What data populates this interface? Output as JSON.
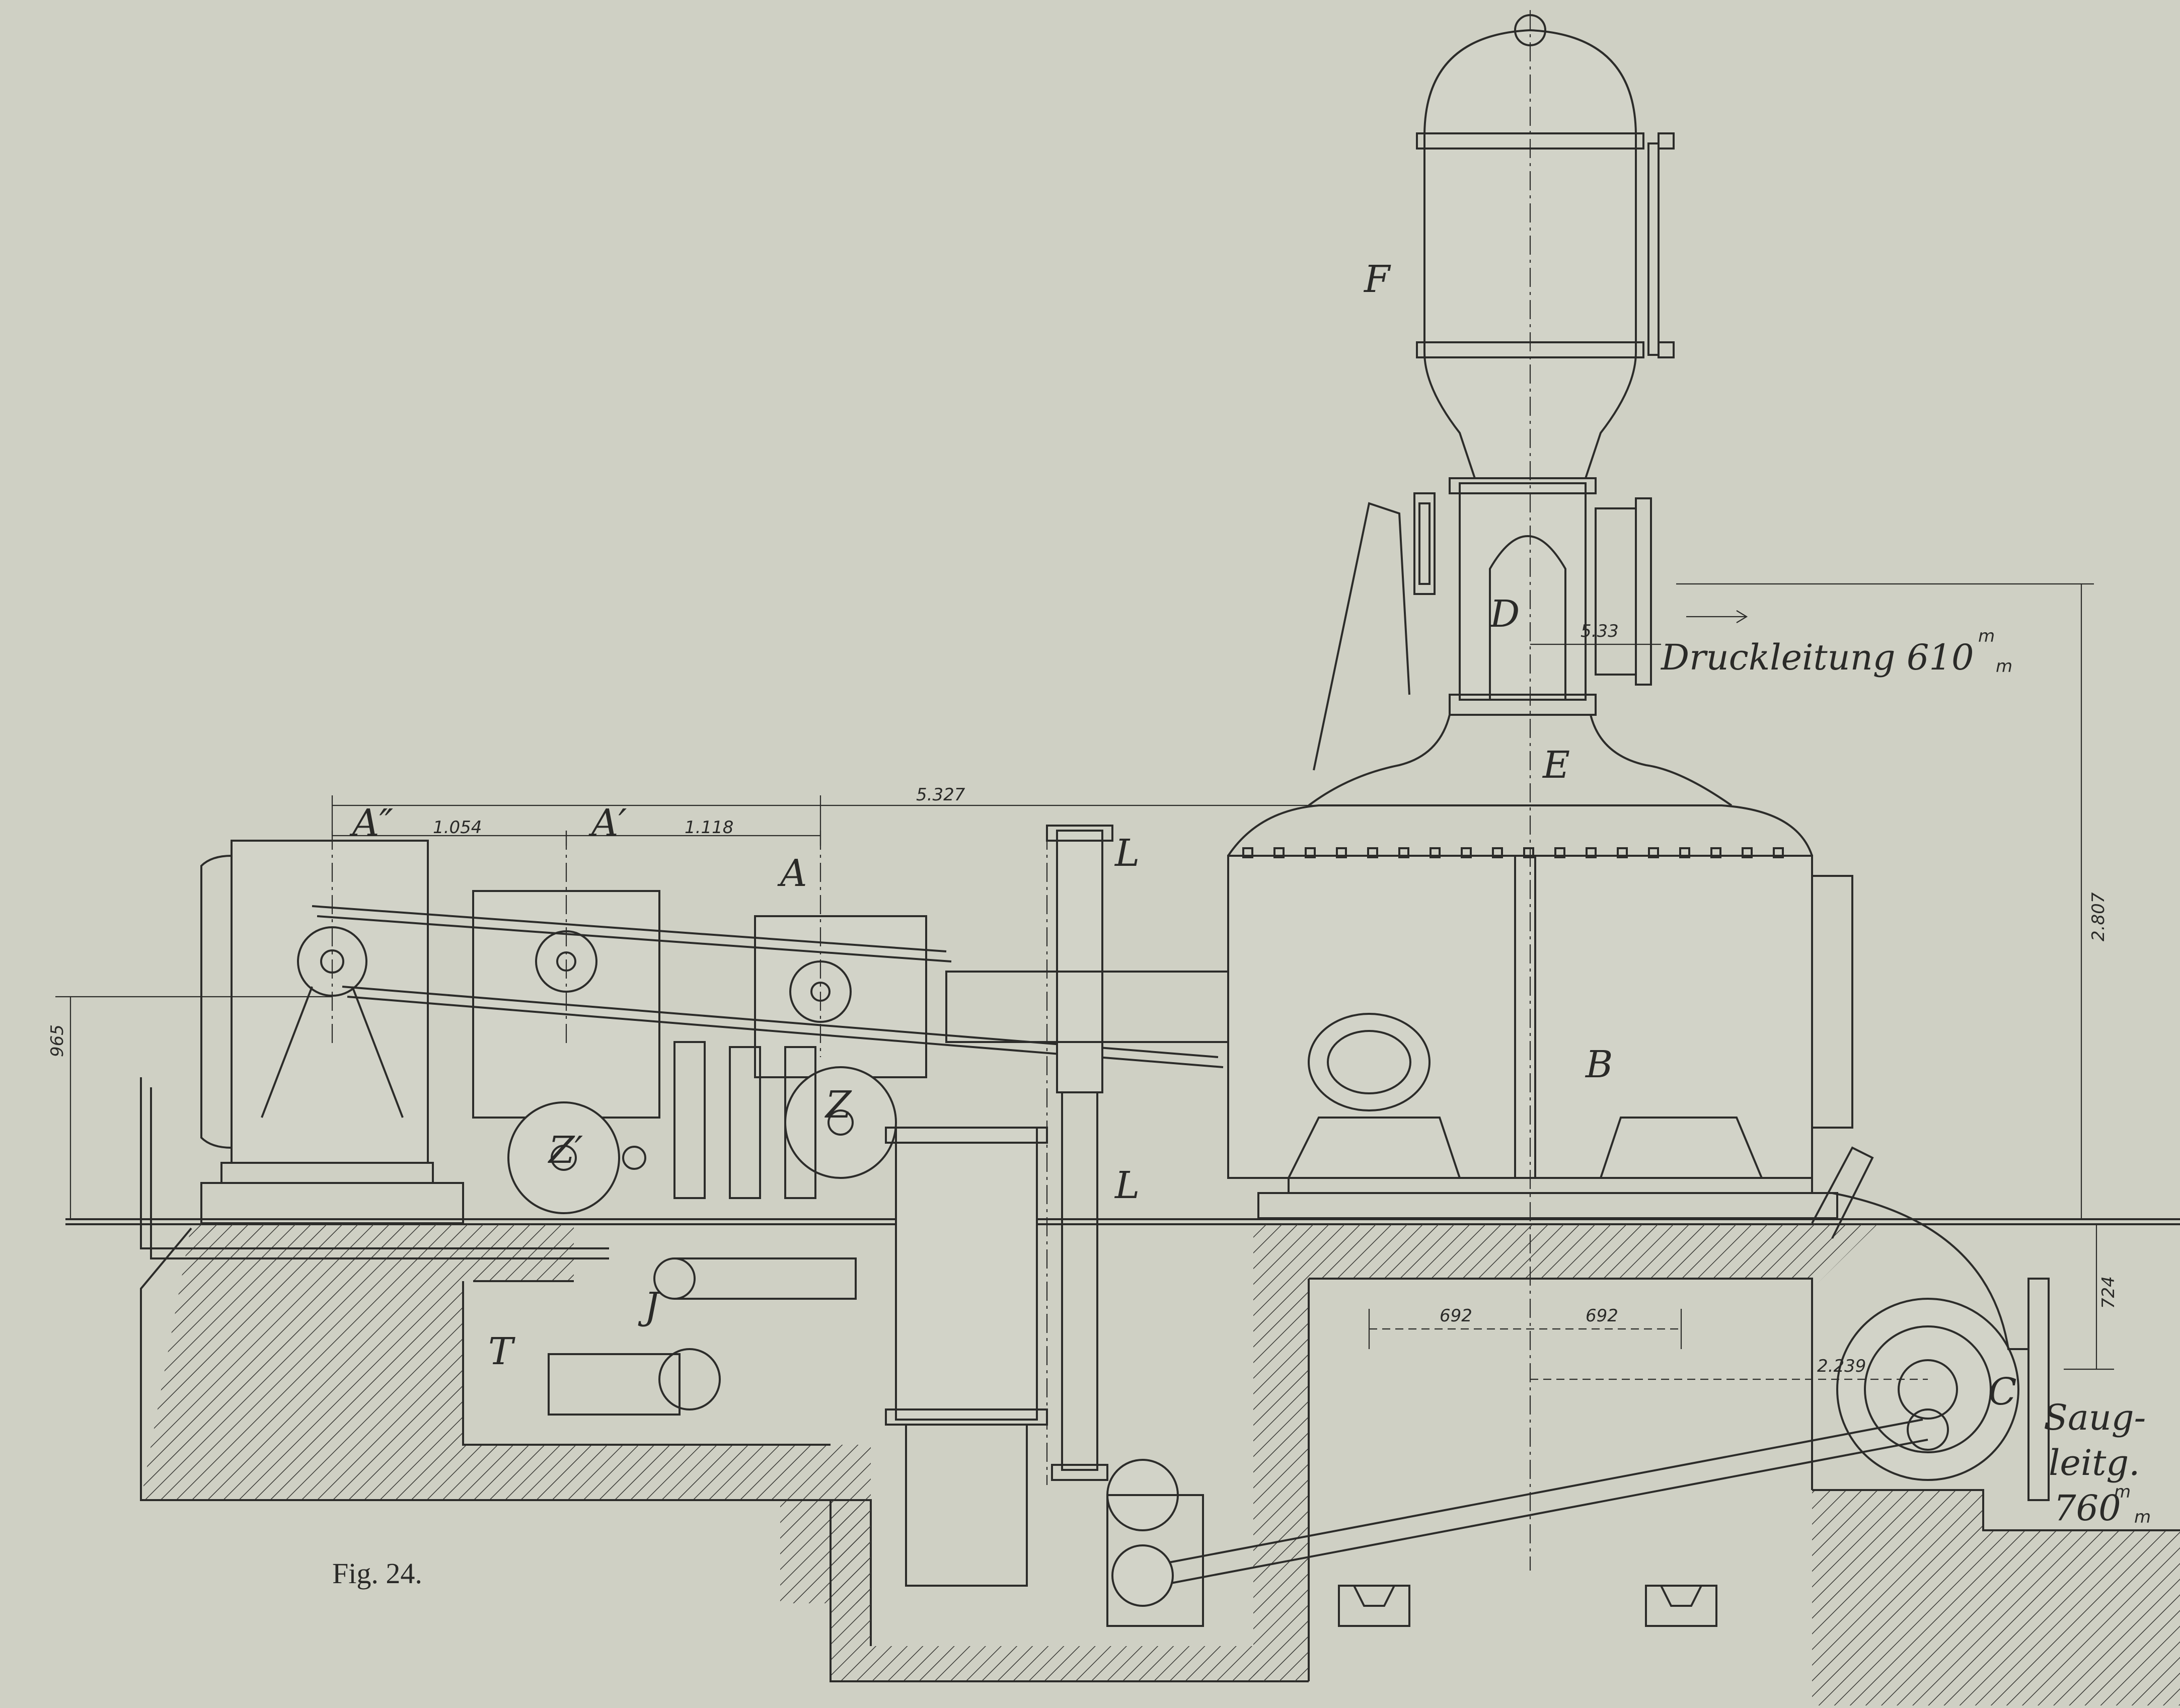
{
  "figure": {
    "caption": "Fig. 24.",
    "labels": {
      "F": "F",
      "D": "D",
      "E": "E",
      "B": "B",
      "C": "C",
      "A2": "A″",
      "A1": "A′",
      "A": "A",
      "L_top": "L",
      "L_bottom": "L",
      "Z": "Z",
      "Z1": "Z′",
      "J": "J",
      "T": "T"
    },
    "dimensions": {
      "d_1054": "1.054",
      "d_1118": "1.118",
      "d_5327": "5.327",
      "d_533": "5.33",
      "d_2807": "2.807",
      "d_965": "965",
      "d_724": "724",
      "d_692_left": "692",
      "d_692_right": "692",
      "d_2239": "2.239"
    },
    "annotations": {
      "pressure_line": "Druckleitung",
      "pressure_dia": "610",
      "pressure_unit_top": "m",
      "pressure_unit_bottom": "m",
      "suction_1": "Saug-",
      "suction_2": "leitg.",
      "suction_dia": "760",
      "suction_unit_top": "m",
      "suction_unit_bottom": "m"
    }
  },
  "colors": {
    "paper": "#cfd0c4",
    "ink": "#2c2c2a"
  }
}
